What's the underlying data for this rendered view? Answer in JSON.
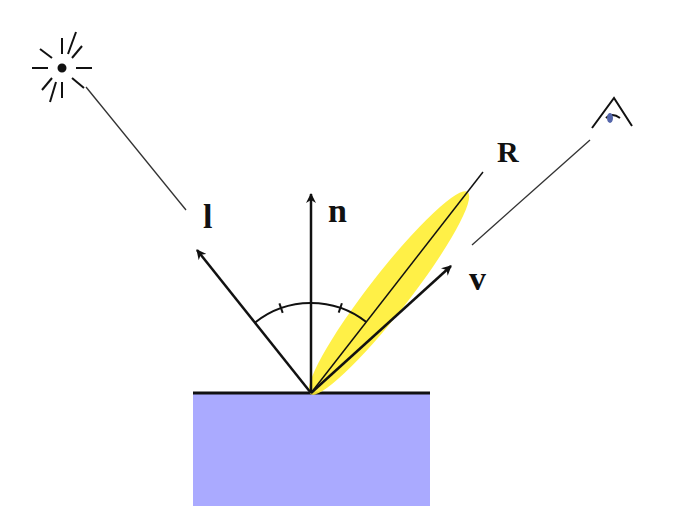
{
  "diagram": {
    "labels": [
      "l",
      "n",
      "R",
      "v"
    ]
  }
}
